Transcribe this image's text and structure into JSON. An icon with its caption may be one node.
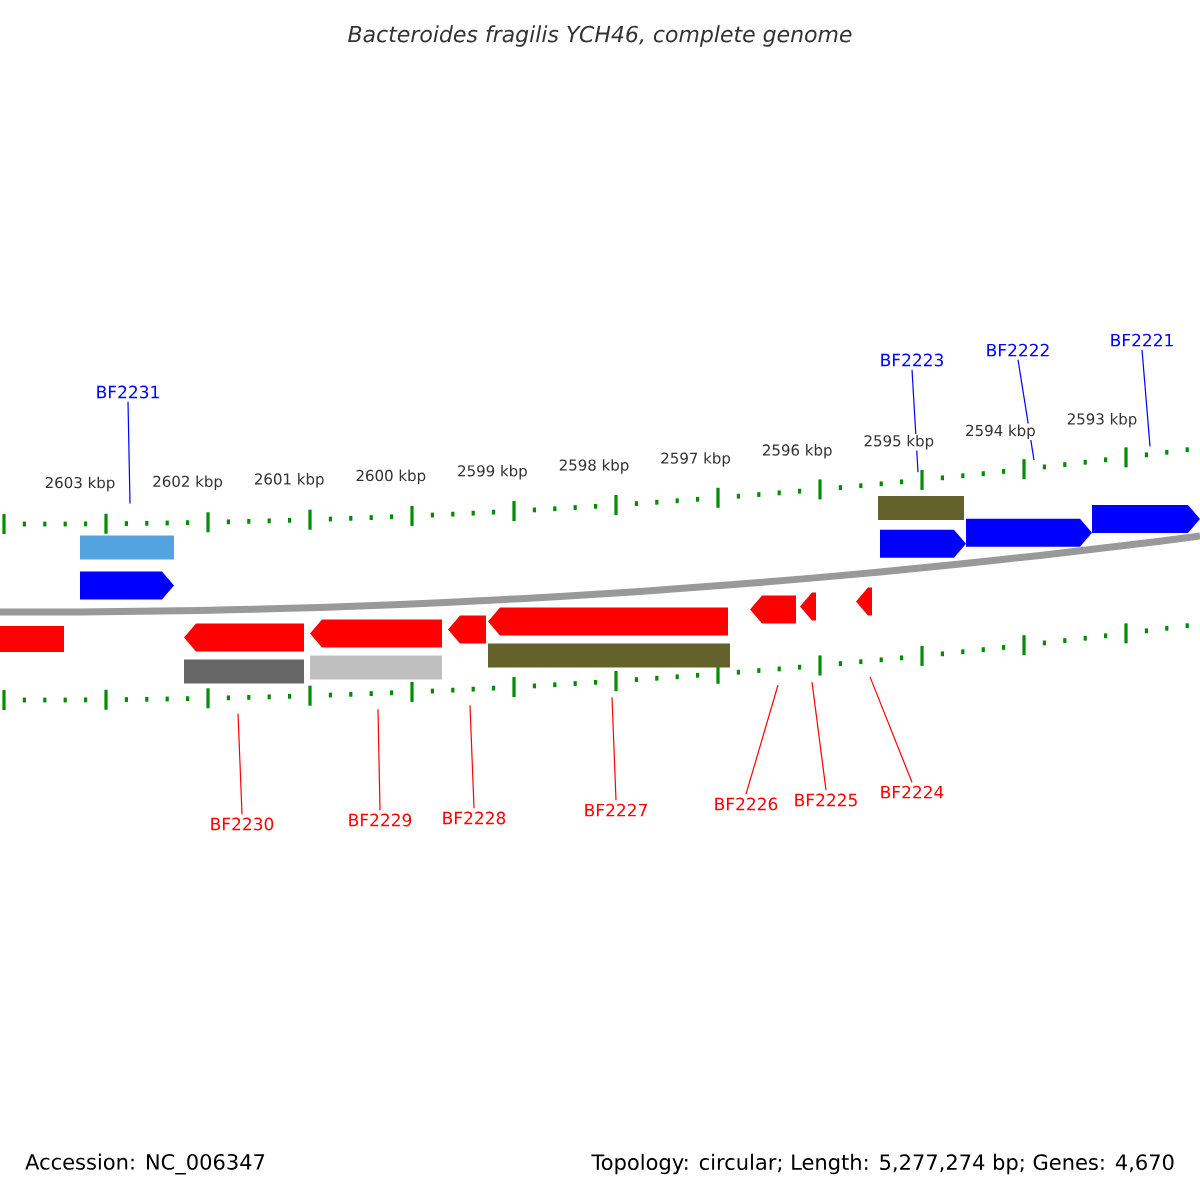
{
  "diagram": {
    "title": "Bacteroides fragilis YCH46, complete genome",
    "nodes": [
      {
        "text": [
          "BF2231"
        ]
      },
      {
        "text": [
          "BF2223"
        ]
      },
      {
        "text": [
          "BF2222"
        ]
      },
      {
        "text": [
          "BF2221"
        ]
      },
      {
        "text": [
          "BF2230"
        ]
      },
      {
        "text": [
          "BF2229"
        ]
      },
      {
        "text": [
          "BF2228"
        ]
      },
      {
        "text": [
          "BF2227"
        ]
      },
      {
        "text": [
          "BF2226"
        ]
      },
      {
        "text": [
          "BF2225"
        ]
      },
      {
        "text": [
          "BF2224"
        ]
      }
    ],
    "edges": [
      {
        "from": 0,
        "to": null,
        "arrow": "none",
        "color": "#0000ff"
      },
      {
        "from": 1,
        "to": null,
        "arrow": "none",
        "color": "#0000ff"
      },
      {
        "from": 2,
        "to": null,
        "arrow": "none",
        "color": "#0000ff"
      },
      {
        "from": 3,
        "to": null,
        "arrow": "none",
        "color": "#0000ff"
      },
      {
        "from": 4,
        "to": null,
        "arrow": "none"
      },
      {
        "from": 5,
        "to": null,
        "arrow": "none"
      },
      {
        "from": 6,
        "to": null,
        "arrow": "none"
      },
      {
        "from": 7,
        "to": null,
        "arrow": "none"
      },
      {
        "from": 8,
        "to": null,
        "arrow": "none"
      },
      {
        "from": 9,
        "to": null,
        "arrow": "none"
      },
      {
        "from": 10,
        "to": null,
        "arrow": "none"
      }
    ],
    "labels": [
      "2603 kbp",
      "2602 kbp",
      "2601 kbp",
      "2600 kbp",
      "2599 kbp",
      "2598 kbp",
      "2597 kbp",
      "2596 kbp",
      "2595 kbp",
      "2594 kbp",
      "2593 kbp",
      "Accession: NC_006347",
      "Topology: circular; Length: 5,277,274 bp; Genes: 4,670"
    ]
  }
}
